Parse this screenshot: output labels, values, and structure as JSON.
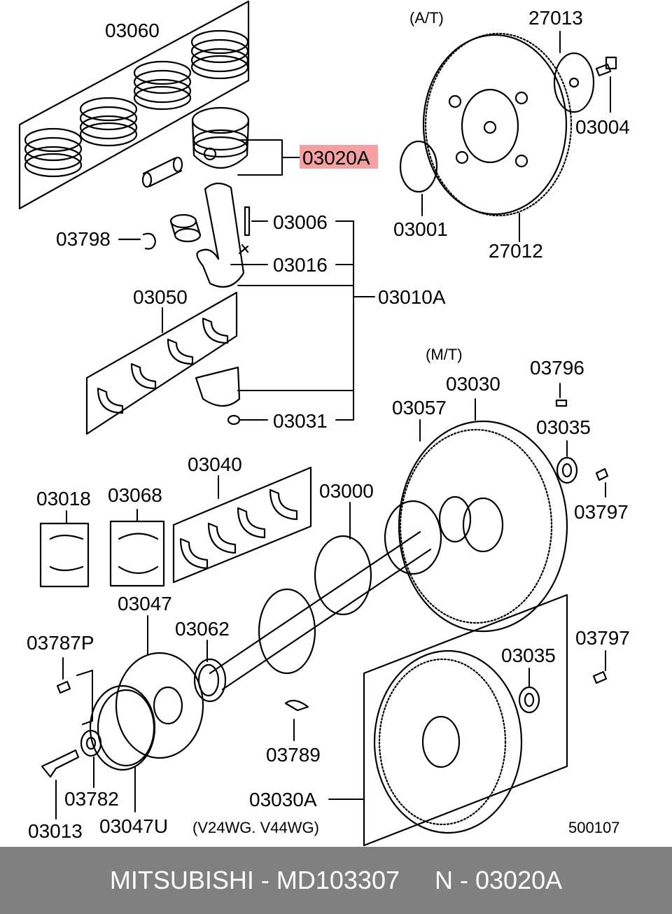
{
  "labels": {
    "03060": "03060",
    "03020A": "03020A",
    "03798": "03798",
    "03006": "03006",
    "03016": "03016",
    "03010A": "03010A",
    "03050": "03050",
    "03031": "03031",
    "AT": "(A/T)",
    "27013": "27013",
    "03004": "03004",
    "03001": "03001",
    "27012": "27012",
    "MT": "(M/T)",
    "03030": "03030",
    "03057": "03057",
    "03796": "03796",
    "03035a": "03035",
    "03797a": "03797",
    "03040": "03040",
    "03018": "03018",
    "03068": "03068",
    "03000": "03000",
    "03047": "03047",
    "03062": "03062",
    "03787P": "03787P",
    "03797b": "03797",
    "03035b": "03035",
    "03789": "03789",
    "03782": "03782",
    "03030A": "03030A",
    "03013": "03013",
    "03047U": "03047U",
    "models": "(V24WG. V44WG)",
    "drawing_no": "500107"
  },
  "highlight_color": "#f4a0a0",
  "footer": {
    "text": "MITSUBISHI - MD103307     N - 03020A"
  }
}
